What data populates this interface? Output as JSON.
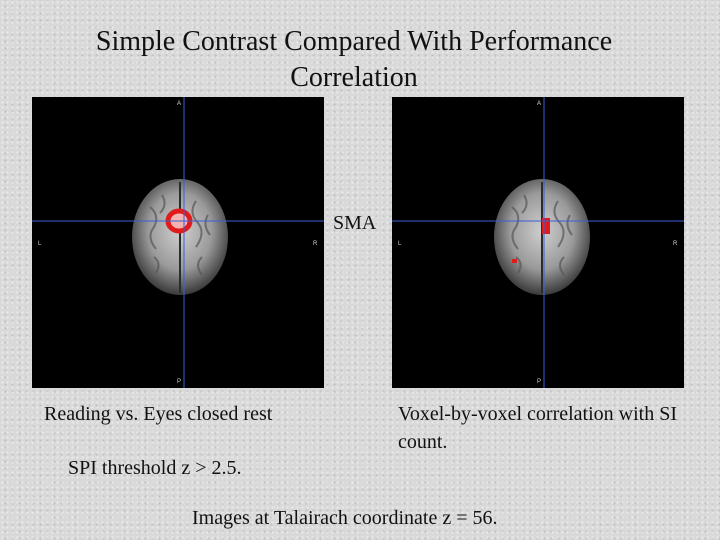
{
  "slide": {
    "title_line1": "Simple Contrast Compared With Performance",
    "title_line2": "Correlation",
    "sma_label": "SMA",
    "caption_left": "Reading vs. Eyes closed rest",
    "caption_right": "Voxel-by-voxel correlation with SI count.",
    "threshold": "SPI threshold z > 2.5.",
    "footnote": "Images at Talairach coordinate z = 56."
  },
  "panels": {
    "left": {
      "orient_a": "A",
      "orient_p": "P",
      "orient_l": "L",
      "orient_r": "R"
    },
    "right": {
      "orient_a": "A",
      "orient_p": "P",
      "orient_l": "L",
      "orient_r": "R"
    }
  },
  "colors": {
    "crosshair": "#3a5fd9",
    "activation": "#e01b1b",
    "background": "#d9d9d9"
  }
}
